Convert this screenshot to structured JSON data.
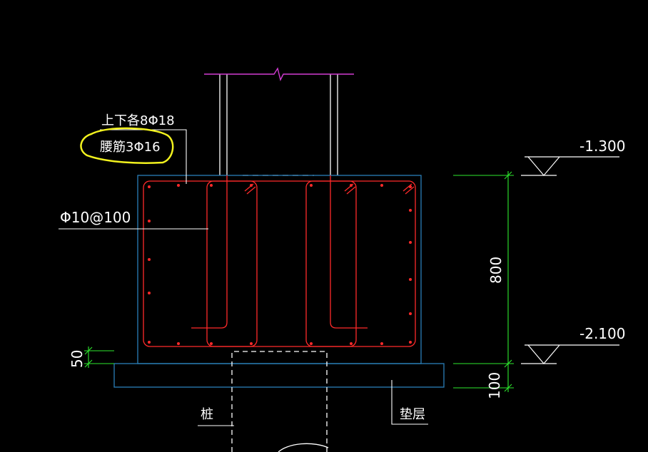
{
  "colors": {
    "background": "#000000",
    "concrete_outline": "#2a7fb8",
    "rebar": "#ff2a2a",
    "column": "#ffffff",
    "break_line": "#d23cd2",
    "dimension": "#2ee82e",
    "annotation_text": "#ffffff",
    "highlight": "#f2f21e"
  },
  "labels": {
    "top_bottom_bars": "上下各8Φ18",
    "waist_bars": "腰筋3Φ16",
    "stirrups": "Φ10@100",
    "elevation_top": "-1.300",
    "elevation_bottom": "-2.100",
    "height_dim": "800",
    "bedding_dim": "100",
    "cover_dim": "50",
    "pile": "桩",
    "bedding": "垫层"
  }
}
